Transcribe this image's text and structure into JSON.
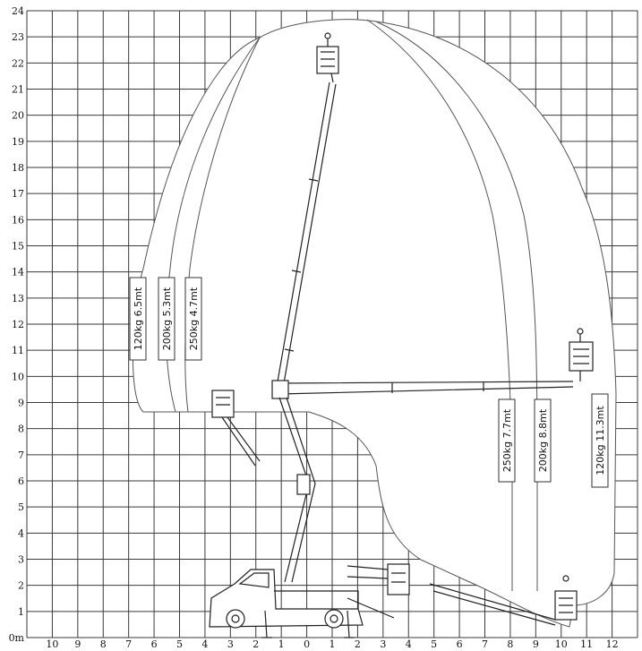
{
  "axes": {
    "y_labels": [
      "0m",
      "1",
      "2",
      "3",
      "4",
      "5",
      "6",
      "7",
      "8",
      "9",
      "10",
      "11",
      "12",
      "13",
      "14",
      "15",
      "16",
      "17",
      "18",
      "19",
      "20",
      "21",
      "22",
      "23",
      "24"
    ],
    "x_labels": [
      "10",
      "9",
      "8",
      "7",
      "6",
      "5",
      "4",
      "3",
      "2",
      "1",
      "0",
      "1",
      "2",
      "3",
      "4",
      "5",
      "6",
      "7",
      "8",
      "9",
      "10",
      "11",
      "12"
    ]
  },
  "envelope_labels": {
    "left": [
      "120kg  6.5mt",
      "200kg  5.3mt",
      "250kg  4.7mt"
    ],
    "right": [
      "250kg  7.7mt",
      "200kg  8.8mt",
      "120kg  11.3mt"
    ]
  },
  "colors": {
    "line": "#333333",
    "grid": "#3a3a3a",
    "background": "#ffffff"
  }
}
